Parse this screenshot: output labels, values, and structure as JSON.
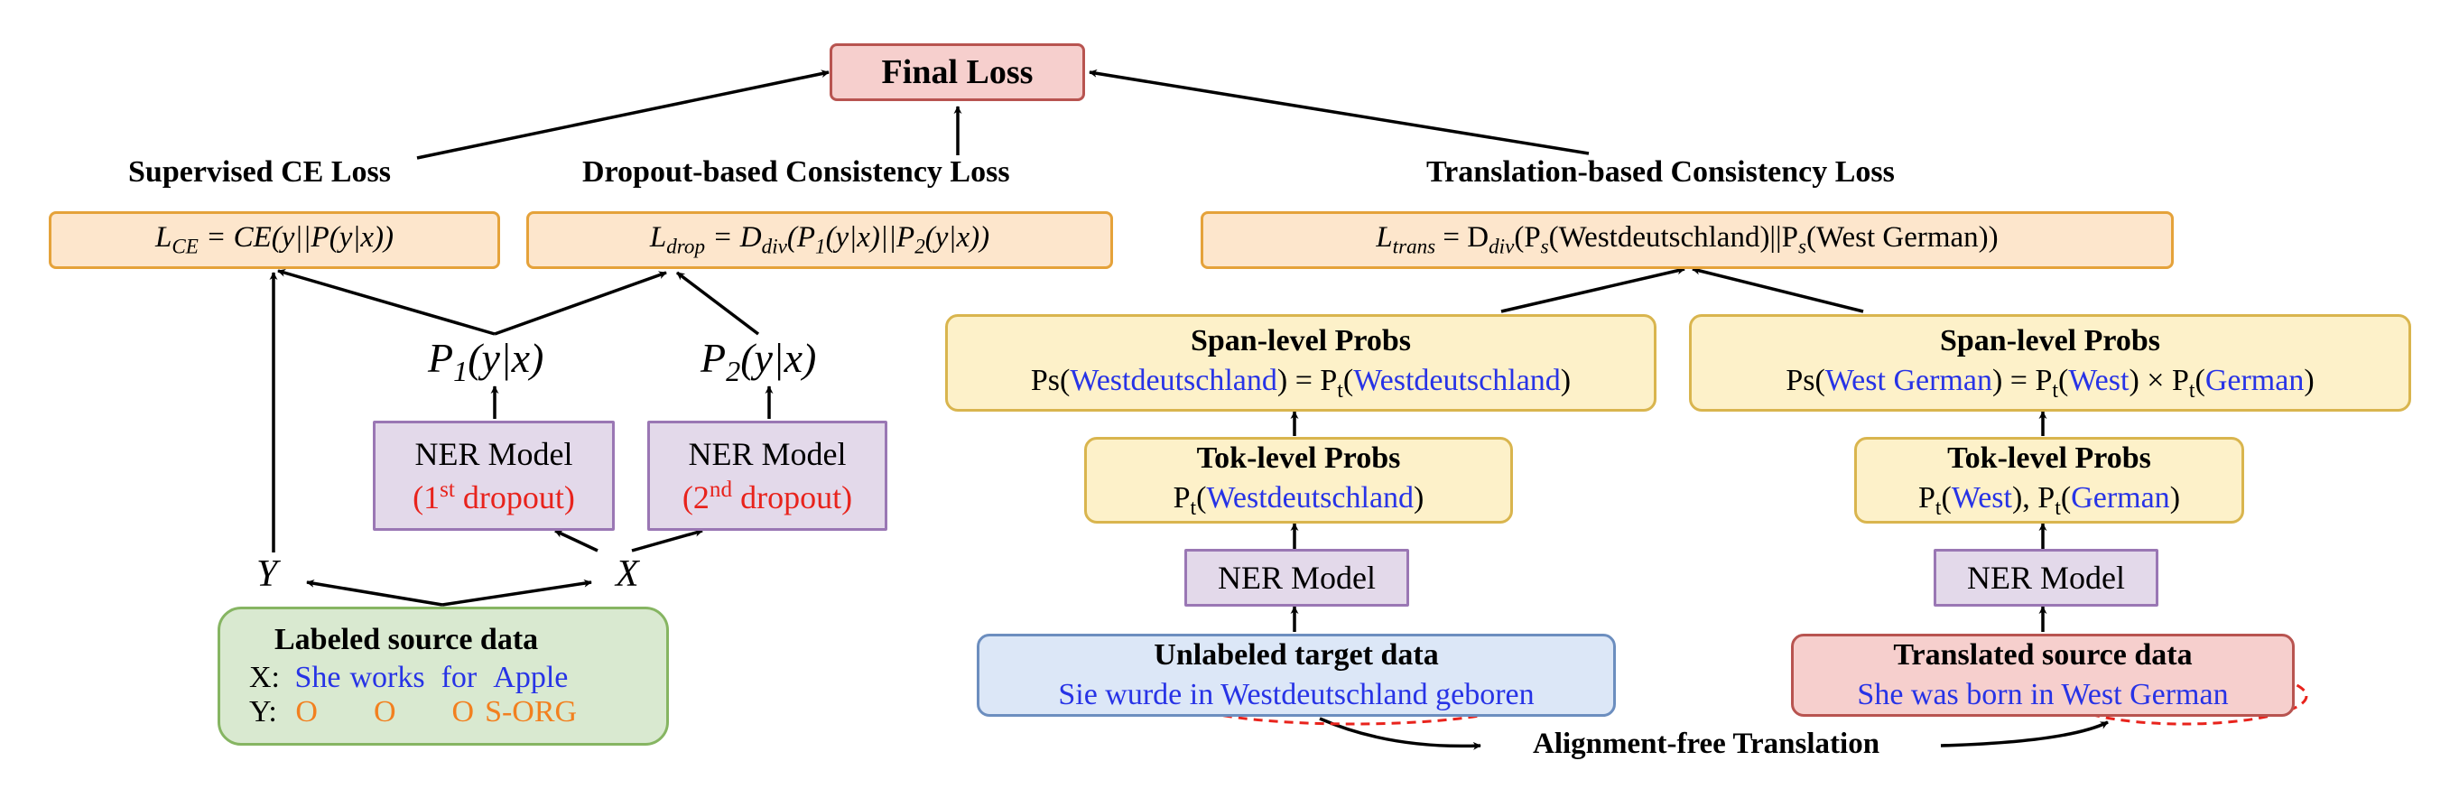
{
  "final_loss": {
    "label": "Final Loss"
  },
  "headings": {
    "supervised": "Supervised CE Loss",
    "dropout": "Dropout-based Consistency Loss",
    "translation": "Translation-based Consistency Loss"
  },
  "formulas": {
    "ce": {
      "lhs": "L",
      "lhs_sub": "CE",
      "rhs": " = CE(y||P(y|x))"
    },
    "drop": {
      "lhs": "L",
      "lhs_sub": "drop",
      "rhs1": " = D",
      "rhs_sub": "div",
      "rhs2": "(P",
      "p1_sub": "1",
      "rhs3": "(y|x)||P",
      "p2_sub": "2",
      "rhs4": "(y|x))"
    },
    "trans": {
      "lhs": "L",
      "lhs_sub": "trans",
      "rhs1": " = D",
      "rhs_sub": "div",
      "rhs2": "(P",
      "ps_sub": "s",
      "rhs3": "(Westdeutschland)||P",
      "ps_sub2": "s",
      "rhs4": "(West German))"
    }
  },
  "probs": {
    "p1": {
      "pre": "P",
      "sub": "1",
      "post": "(y|x)"
    },
    "p2": {
      "pre": "P",
      "sub": "2",
      "post": "(y|x)"
    }
  },
  "ner_dropout": [
    {
      "title": "NER Model",
      "open": "(1",
      "sup": "st",
      "close": " dropout)"
    },
    {
      "title": "NER Model",
      "open": "(2",
      "sup": "nd",
      "close": " dropout)"
    }
  ],
  "labels": {
    "Y": "Y",
    "X": "X"
  },
  "labeled_source": {
    "title": "Labeled source data",
    "x_prefix": "X: ",
    "x_tokens": [
      "She",
      "works",
      "for",
      "Apple"
    ],
    "y_prefix": "Y: ",
    "y_tokens": [
      "O",
      "O",
      "O",
      "S-ORG"
    ]
  },
  "span_left": {
    "title": "Span-level Probs",
    "p1": "Ps(",
    "w1": "Westdeutschland",
    "p2": ") = P",
    "sub": "t",
    "p3": "(",
    "w2": "Westdeutschland",
    "p4": ")"
  },
  "span_right": {
    "title": "Span-level Probs",
    "p1": "Ps(",
    "w1": "West German",
    "p2": ") = P",
    "sub1": "t",
    "p3": "(",
    "w2": "West",
    "p4": ") × P",
    "sub2": "t",
    "p5": "(",
    "w3": "German",
    "p6": ")"
  },
  "tok_left": {
    "title": "Tok-level Probs",
    "pre": "P",
    "sub": "t",
    "open": "(",
    "word": "Westdeutschland",
    "close": ")"
  },
  "tok_right": {
    "title": "Tok-level Probs",
    "pre": "P",
    "sub": "t",
    "open": "(",
    "w1": "West",
    "mid": "), P",
    "sub2": "t",
    "open2": "(",
    "w2": "German",
    "close": ")"
  },
  "ner_left": "NER Model",
  "ner_right": "NER Model",
  "unlabeled": {
    "title": "Unlabeled target data",
    "sentence": "Sie wurde in Westdeutschland geboren"
  },
  "translated": {
    "title": "Translated source data",
    "sentence": "She was born in West German"
  },
  "alignment_label": "Alignment-free Translation",
  "colors": {
    "orange_fill": "#fde6cc",
    "yellow_fill": "#fdf1c9",
    "purple_fill": "#e3d9ea",
    "green_fill": "#d9e9d0",
    "blue_fill": "#dce7f7",
    "red_fill": "#f6cfcd",
    "blue_text": "#2733e6",
    "red_text": "#e8231c",
    "orange_text": "#f2801f"
  }
}
